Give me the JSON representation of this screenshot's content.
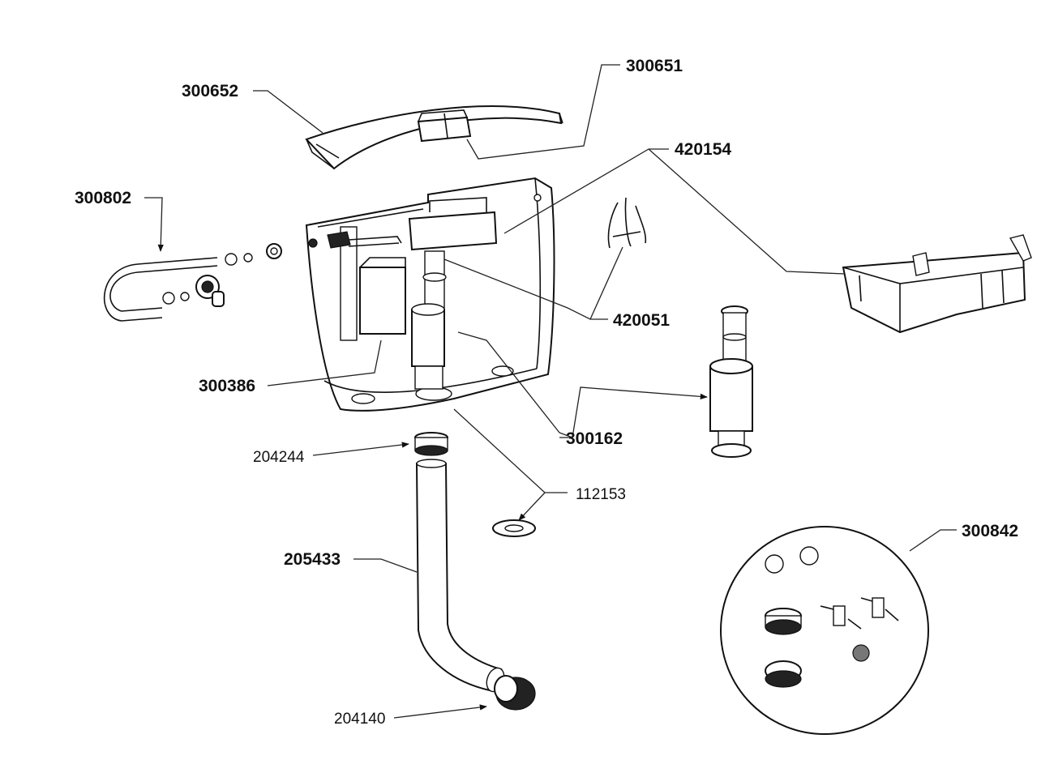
{
  "labels": {
    "l300651": "300651",
    "l300652": "300652",
    "l420154": "420154",
    "l300802": "300802",
    "l420051": "420051",
    "l300386": "300386",
    "l300162": "300162",
    "l204244": "204244",
    "l112153": "112153",
    "l205433": "205433",
    "l300842": "300842",
    "l204140": "204140"
  }
}
